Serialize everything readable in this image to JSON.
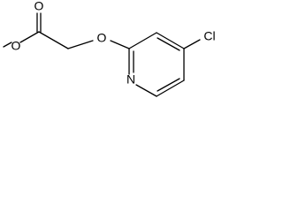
{
  "molecule": {
    "atoms": {
      "methoxy_o": "O",
      "carbonyl_o": "O",
      "ether_o": "O",
      "ring_n": "N",
      "chlorine": "Cl"
    }
  }
}
